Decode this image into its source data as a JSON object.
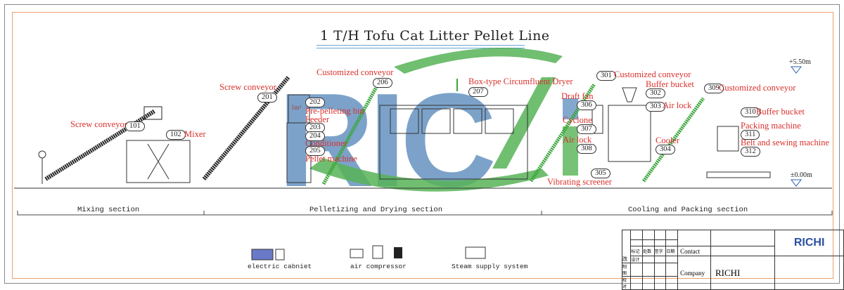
{
  "title": "1 T/H Tofu Cat Litter Pellet Line",
  "watermark": "RICHI",
  "colors": {
    "label": "#d9302c",
    "watermark_blue": "#4a7fb5",
    "watermark_green": "#3aa63a"
  },
  "equipment": [
    {
      "no": "101",
      "label": "Screw conveyor"
    },
    {
      "no": "102",
      "label": "Mixer"
    },
    {
      "no": "201",
      "label": "Screw conveyor"
    },
    {
      "no": "202",
      "label": "Pre-pelleting bin"
    },
    {
      "no": "203",
      "label": "Feeder"
    },
    {
      "no": "204",
      "label": "Conditioner"
    },
    {
      "no": "205",
      "label": "Pellet machine"
    },
    {
      "no": "206",
      "label": "Customized conveyor"
    },
    {
      "no": "207",
      "label": "Box-type Circumfluent Dryer"
    },
    {
      "no": "306",
      "label": "Draft fan"
    },
    {
      "no": "307",
      "label": "Cyclone"
    },
    {
      "no": "308",
      "label": "Air lock"
    },
    {
      "no": "301",
      "label": "Customized conveyor"
    },
    {
      "no": "302",
      "label": "Buffer bucket"
    },
    {
      "no": "303",
      "label": "Air lock"
    },
    {
      "no": "304",
      "label": "Cooler"
    },
    {
      "no": "305",
      "label": "Vibrating screener"
    },
    {
      "no": "309",
      "label": "Customized conveyor"
    },
    {
      "no": "310",
      "label": "Buffer bucket"
    },
    {
      "no": "311",
      "label": "Packing machine"
    },
    {
      "no": "312",
      "label": "Belt and sewing machine"
    }
  ],
  "bin_volume": "1m³",
  "levels": {
    "top": "+5.50m",
    "ground": "±0.00m"
  },
  "sections": [
    "Mixing section",
    "Pelletizing and Drying section",
    "Cooling and Packing section"
  ],
  "legend": [
    "electric cabniet",
    "air compressor",
    "Steam supply system"
  ],
  "title_block": {
    "contact_label": "Contact",
    "company_label": "Company",
    "company": "RICHI",
    "logo": "RICHI",
    "rev": "改",
    "cols": [
      "标记",
      "处数",
      "签字",
      "日期"
    ],
    "rows": [
      "设计",
      "制图",
      "校对"
    ]
  }
}
